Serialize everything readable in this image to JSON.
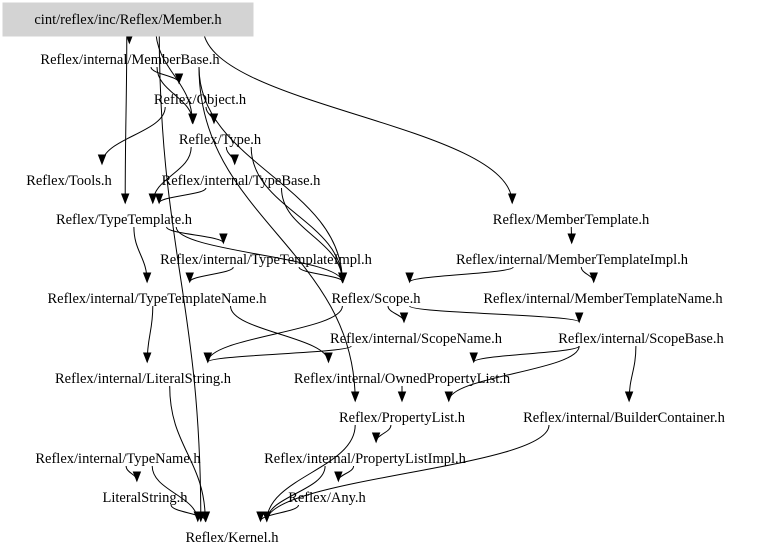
{
  "diagram": {
    "type": "include-dependency-graph",
    "root": "cint/reflex/inc/Reflex/Member.h",
    "root_fill": "#d3d3d3",
    "nodes": [
      {
        "id": "member",
        "label": "cint/reflex/inc/Reflex/Member.h",
        "root": true
      },
      {
        "id": "memberbase",
        "label": "Reflex/internal/MemberBase.h"
      },
      {
        "id": "object",
        "label": "Reflex/Object.h"
      },
      {
        "id": "type",
        "label": "Reflex/Type.h"
      },
      {
        "id": "tools",
        "label": "Reflex/Tools.h"
      },
      {
        "id": "typebase",
        "label": "Reflex/internal/TypeBase.h"
      },
      {
        "id": "typetemplate",
        "label": "Reflex/TypeTemplate.h"
      },
      {
        "id": "membertemplate",
        "label": "Reflex/MemberTemplate.h"
      },
      {
        "id": "typetemplateimpl",
        "label": "Reflex/internal/TypeTemplateImpl.h"
      },
      {
        "id": "membertemplateimpl",
        "label": "Reflex/internal/MemberTemplateImpl.h"
      },
      {
        "id": "typetemplatename",
        "label": "Reflex/internal/TypeTemplateName.h"
      },
      {
        "id": "scope",
        "label": "Reflex/Scope.h"
      },
      {
        "id": "membertemplatename",
        "label": "Reflex/internal/MemberTemplateName.h"
      },
      {
        "id": "scopename",
        "label": "Reflex/internal/ScopeName.h"
      },
      {
        "id": "scopebase",
        "label": "Reflex/internal/ScopeBase.h"
      },
      {
        "id": "literalstringint",
        "label": "Reflex/internal/LiteralString.h"
      },
      {
        "id": "ownedpropertylist",
        "label": "Reflex/internal/OwnedPropertyList.h"
      },
      {
        "id": "propertylist",
        "label": "Reflex/PropertyList.h"
      },
      {
        "id": "buildercontainer",
        "label": "Reflex/internal/BuilderContainer.h"
      },
      {
        "id": "typename",
        "label": "Reflex/internal/TypeName.h"
      },
      {
        "id": "propertylistimpl",
        "label": "Reflex/internal/PropertyListImpl.h"
      },
      {
        "id": "literalstring",
        "label": "LiteralString.h"
      },
      {
        "id": "any",
        "label": "Reflex/Any.h"
      },
      {
        "id": "kernel",
        "label": "Reflex/Kernel.h"
      }
    ],
    "edges": [
      [
        "member",
        "memberbase"
      ],
      [
        "member",
        "type"
      ],
      [
        "member",
        "typetemplate"
      ],
      [
        "member",
        "membertemplate"
      ],
      [
        "member",
        "kernel"
      ],
      [
        "memberbase",
        "object"
      ],
      [
        "memberbase",
        "type"
      ],
      [
        "memberbase",
        "scope"
      ],
      [
        "memberbase",
        "propertylist"
      ],
      [
        "object",
        "type"
      ],
      [
        "object",
        "tools"
      ],
      [
        "type",
        "typebase"
      ],
      [
        "type",
        "scope"
      ],
      [
        "type",
        "typetemplate"
      ],
      [
        "typebase",
        "typetemplate"
      ],
      [
        "typebase",
        "scope"
      ],
      [
        "typetemplate",
        "typetemplateimpl"
      ],
      [
        "typetemplate",
        "typetemplatename"
      ],
      [
        "typetemplate",
        "scope"
      ],
      [
        "typetemplateimpl",
        "typetemplatename"
      ],
      [
        "typetemplateimpl",
        "scope"
      ],
      [
        "membertemplate",
        "membertemplateimpl"
      ],
      [
        "membertemplateimpl",
        "membertemplatename"
      ],
      [
        "membertemplateimpl",
        "scope"
      ],
      [
        "typetemplatename",
        "ownedpropertylist"
      ],
      [
        "typetemplatename",
        "literalstringint"
      ],
      [
        "scope",
        "scopename"
      ],
      [
        "scope",
        "scopebase"
      ],
      [
        "scope",
        "literalstringint"
      ],
      [
        "scopename",
        "literalstringint"
      ],
      [
        "scopebase",
        "ownedpropertylist"
      ],
      [
        "scopebase",
        "buildercontainer"
      ],
      [
        "scopebase",
        "propertylist"
      ],
      [
        "ownedpropertylist",
        "propertylist"
      ],
      [
        "propertylist",
        "propertylistimpl"
      ],
      [
        "propertylist",
        "kernel"
      ],
      [
        "propertylistimpl",
        "any"
      ],
      [
        "propertylistimpl",
        "kernel"
      ],
      [
        "literalstringint",
        "kernel"
      ],
      [
        "typename",
        "literalstring"
      ],
      [
        "typename",
        "kernel"
      ],
      [
        "literalstring",
        "kernel"
      ],
      [
        "any",
        "kernel"
      ],
      [
        "buildercontainer",
        "kernel"
      ]
    ]
  }
}
